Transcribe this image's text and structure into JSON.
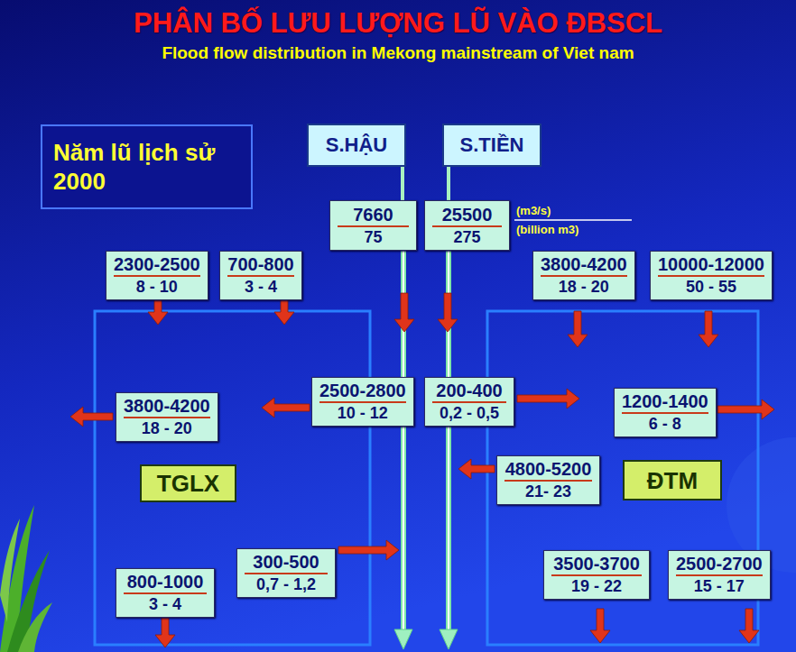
{
  "diagram": {
    "title": "PHÂN BỐ LƯU LƯỢNG LŨ VÀO ĐBSCL",
    "nodes": [
      {
        "text": [
          "Năm lũ lịch sử 2000"
        ]
      },
      {
        "text": [
          "S.HẬU"
        ]
      },
      {
        "text": [
          "S.TIỀN"
        ]
      },
      {
        "text": [
          "7660",
          "75"
        ]
      },
      {
        "text": [
          "25500",
          "275"
        ]
      },
      {
        "text": [
          "2300-2500",
          "8 - 10"
        ]
      },
      {
        "text": [
          "700-800",
          "3 - 4"
        ]
      },
      {
        "text": [
          "3800-4200",
          "18 - 20"
        ]
      },
      {
        "text": [
          "10000-12000",
          "50 - 55"
        ]
      },
      {
        "text": [
          "3800-4200",
          "18 - 20"
        ]
      },
      {
        "text": [
          "2500-2800",
          "10 - 12"
        ]
      },
      {
        "text": [
          "200-400",
          "0,2 - 0,5"
        ]
      },
      {
        "text": [
          "1200-1400",
          "6 - 8"
        ]
      },
      {
        "text": [
          "TGLX"
        ]
      },
      {
        "text": [
          "4800-5200",
          "21- 23"
        ]
      },
      {
        "text": [
          "ĐTM"
        ]
      },
      {
        "text": [
          "800-1000",
          "3 - 4"
        ]
      },
      {
        "text": [
          "300-500",
          "0,7 - 1,2"
        ]
      },
      {
        "text": [
          "3500-3700",
          "19 - 22"
        ]
      },
      {
        "text": [
          "2500-2700",
          "15 - 17"
        ]
      }
    ],
    "edges": [
      {
        "from": 1,
        "to": 3,
        "arrow": "none"
      },
      {
        "from": 2,
        "to": 4,
        "arrow": "none"
      }
    ],
    "labels": [
      "Flood flow distribution in Mekong mainstream of Viet nam",
      "(m3/s)",
      "(billion m3)"
    ]
  }
}
